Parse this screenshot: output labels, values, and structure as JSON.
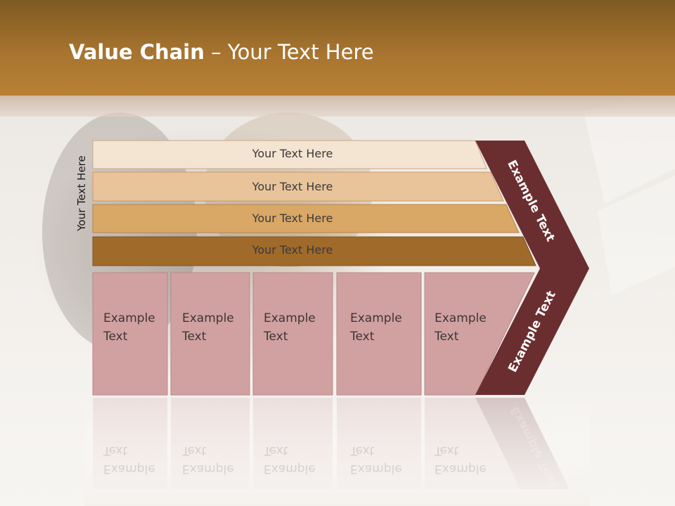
{
  "slide": {
    "title_bold": "Value Chain",
    "title_rest": " – Your Text Here",
    "vertical_label": "Your Text Here"
  },
  "bars": [
    {
      "label": "Your Text Here",
      "color": "#f4e4d2"
    },
    {
      "label": "Your Text Here",
      "color": "#e9c49b"
    },
    {
      "label": "Your Text Here",
      "color": "#d9a766"
    },
    {
      "label": "Your Text Here",
      "color": "#a06a2a"
    }
  ],
  "cells": [
    {
      "line1": "Example",
      "line2": "Text"
    },
    {
      "line1": "Example",
      "line2": "Text"
    },
    {
      "line1": "Example",
      "line2": "Text"
    },
    {
      "line1": "Example",
      "line2": "Text"
    },
    {
      "line1": "Example",
      "line2": "Text"
    }
  ],
  "arrow": {
    "top_label": "Example Text",
    "bottom_label": "Example Text",
    "color": "#6b2e30"
  },
  "colors": {
    "header": "#a7742f",
    "cell": "#d1a1a2",
    "cell_border": "#b88889"
  }
}
